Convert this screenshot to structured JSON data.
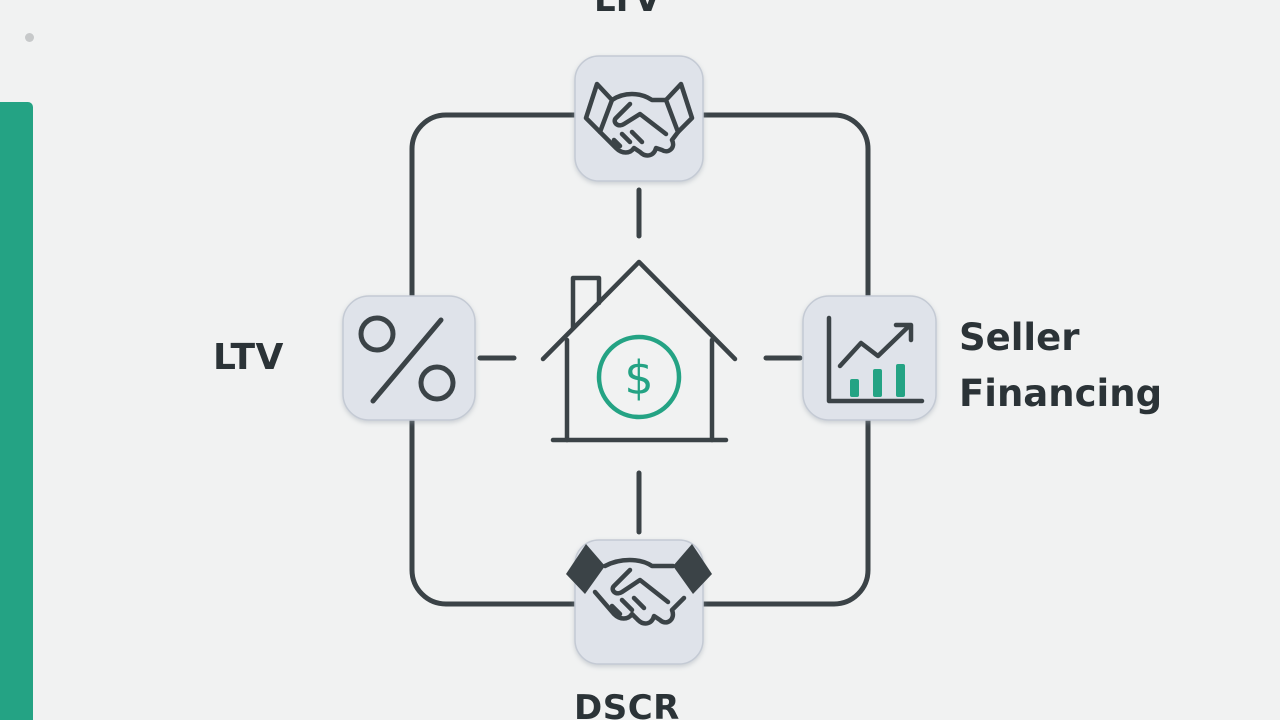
{
  "nodes": {
    "top": {
      "label": "LTV",
      "icon": "handshake-icon"
    },
    "left": {
      "label": "LTV",
      "icon": "percent-icon"
    },
    "right": {
      "label_line1": "Seller",
      "label_line2": "Financing",
      "icon": "growth-chart-icon"
    },
    "bottom": {
      "label": "DSCR",
      "icon": "handshake-icon"
    },
    "center": {
      "icon": "house-dollar-icon"
    }
  },
  "colors": {
    "accent": "#24a384",
    "line": "#3b4347",
    "tile": "#dfe3ea",
    "background": "#f1f2f2"
  }
}
